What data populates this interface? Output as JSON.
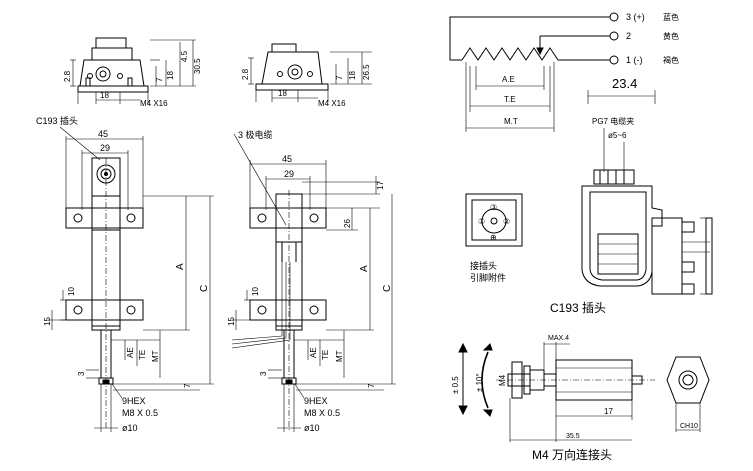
{
  "top_left_view": {
    "dim_height": "2.8",
    "dim_width": "18",
    "dim_right_a": "7",
    "dim_right_b": "18",
    "dim_right_c": "4.5",
    "dim_right_d": "30.5",
    "screw": "M4 X16"
  },
  "top_mid_view": {
    "dim_height": "2.8",
    "dim_width": "18",
    "dim_right_a": "7",
    "dim_right_b": "18",
    "dim_right_c": "26.5",
    "screw": "M4 X16"
  },
  "left_view": {
    "connector_label": "C193 插头",
    "dim_45": "45",
    "dim_29": "29",
    "dim_A": "A",
    "dim_C": "C",
    "dim_10": "10",
    "dim_15": "15",
    "dim_AE": "AE",
    "dim_TE": "TE",
    "dim_MT": "MT",
    "dim_3": "3",
    "dim_7": "7",
    "hex": "9HEX",
    "thread": "M8 X 0.5",
    "rod": "ø10"
  },
  "mid_view": {
    "cable_label": "3 极电缆",
    "dim_45": "45",
    "dim_29": "29",
    "dim_17": "17",
    "dim_26": "26",
    "dim_A": "A",
    "dim_C": "C",
    "dim_10": "10",
    "dim_15": "15",
    "dim_AE": "AE",
    "dim_TE": "TE",
    "dim_MT": "MT",
    "dim_3": "3",
    "dim_7": "7",
    "hex": "9HEX",
    "thread": "M8 X 0.5",
    "rod": "ø10"
  },
  "circuit": {
    "pins": [
      {
        "num": "3 (+)",
        "color": "蓝色"
      },
      {
        "num": "2",
        "color": "黄色"
      },
      {
        "num": "1 (-)",
        "color": "褐色"
      }
    ],
    "dim_AE": "A.E",
    "dim_TE": "T.E",
    "dim_MT": "M.T"
  },
  "plug_detail": {
    "width": "23.4",
    "gland": "PG7 电缆夹",
    "cable_dia": "ø5~6",
    "caption": "C193 插头"
  },
  "socket": {
    "pins": [
      "①",
      "②",
      "③",
      "⊕"
    ],
    "label_line1": "接插头",
    "label_line2": "引脚附件"
  },
  "joint": {
    "rot_a": "± 0.5",
    "rot_b": "± 10°",
    "thread": "M4",
    "maxa": "MAX.4",
    "len17": "17",
    "len35": "35.5",
    "hex": "CH10",
    "caption": "M4 万向连接头"
  }
}
